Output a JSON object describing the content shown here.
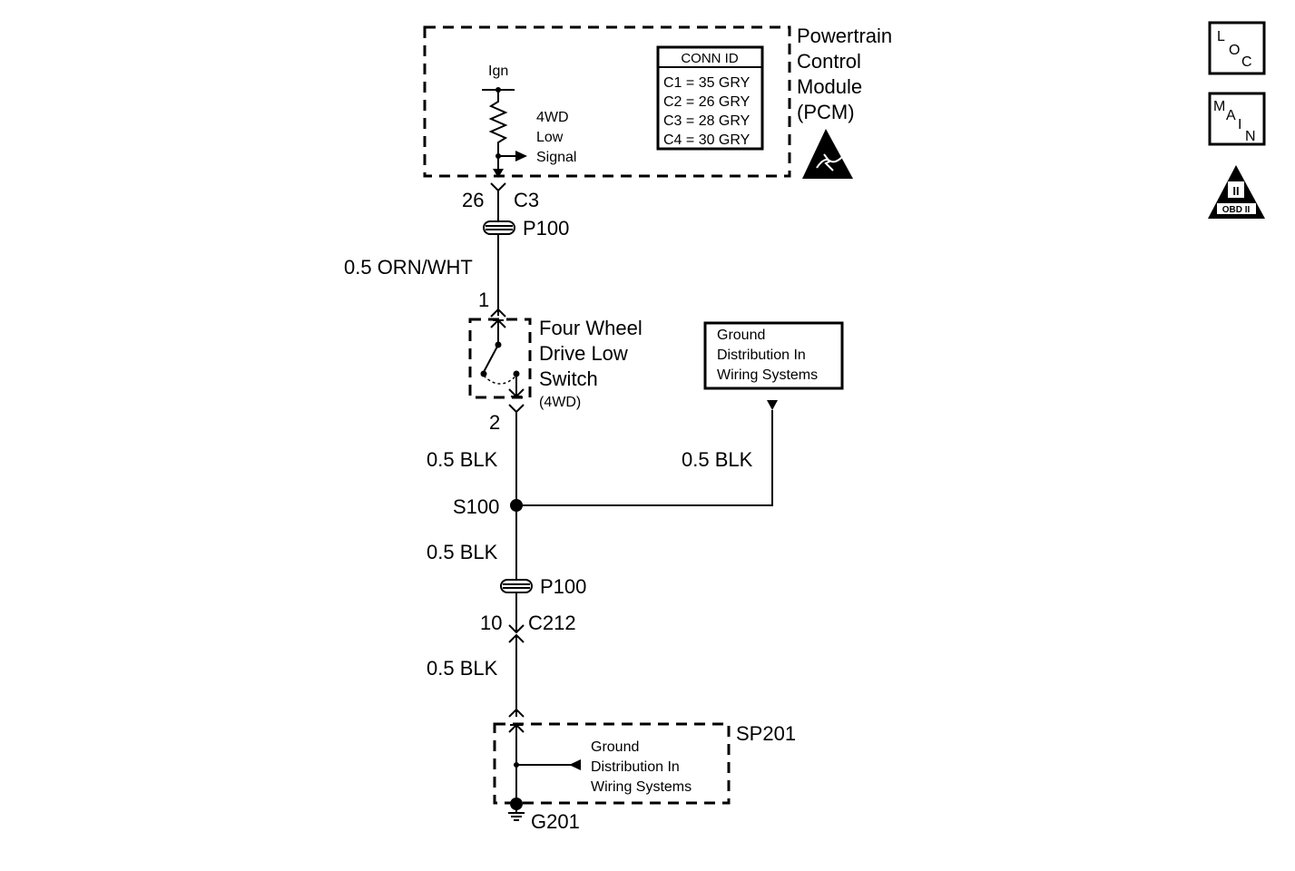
{
  "pcm": {
    "title_lines": [
      "Powertrain",
      "Control",
      "Module",
      "(PCM)"
    ],
    "ign_label": "Ign",
    "signal_lines": [
      "4WD",
      "Low",
      "Signal"
    ],
    "conn_id": {
      "header": "CONN ID",
      "rows": [
        "C1 = 35 GRY",
        "C2 = 26 GRY",
        "C3 = 28 GRY",
        "C4 = 30 GRY"
      ]
    }
  },
  "pin_26": "26",
  "conn_c3": "C3",
  "p100_top": "P100",
  "wire_orn_wht": "0.5 ORN/WHT",
  "pin_1": "1",
  "switch": {
    "title_lines": [
      "Four Wheel",
      "Drive Low",
      "Switch"
    ],
    "abbrev": "(4WD)"
  },
  "pin_2": "2",
  "wire_blk_1": "0.5 BLK",
  "wire_blk_right": "0.5 BLK",
  "ground_box_lines": [
    "Ground",
    "Distribution In",
    "Wiring Systems"
  ],
  "splice_s100": "S100",
  "wire_blk_2": "0.5 BLK",
  "p100_bottom": "P100",
  "pin_10": "10",
  "conn_c212": "C212",
  "wire_blk_3": "0.5 BLK",
  "sp201": {
    "label": "SP201",
    "lines": [
      "Ground",
      "Distribution In",
      "Wiring Systems"
    ]
  },
  "ground_g201": "G201",
  "side_icons": {
    "loc": [
      "L",
      "O",
      "C"
    ],
    "main": [
      "M",
      "A",
      "I",
      "N"
    ],
    "obd": [
      "II",
      "OBD II"
    ]
  }
}
